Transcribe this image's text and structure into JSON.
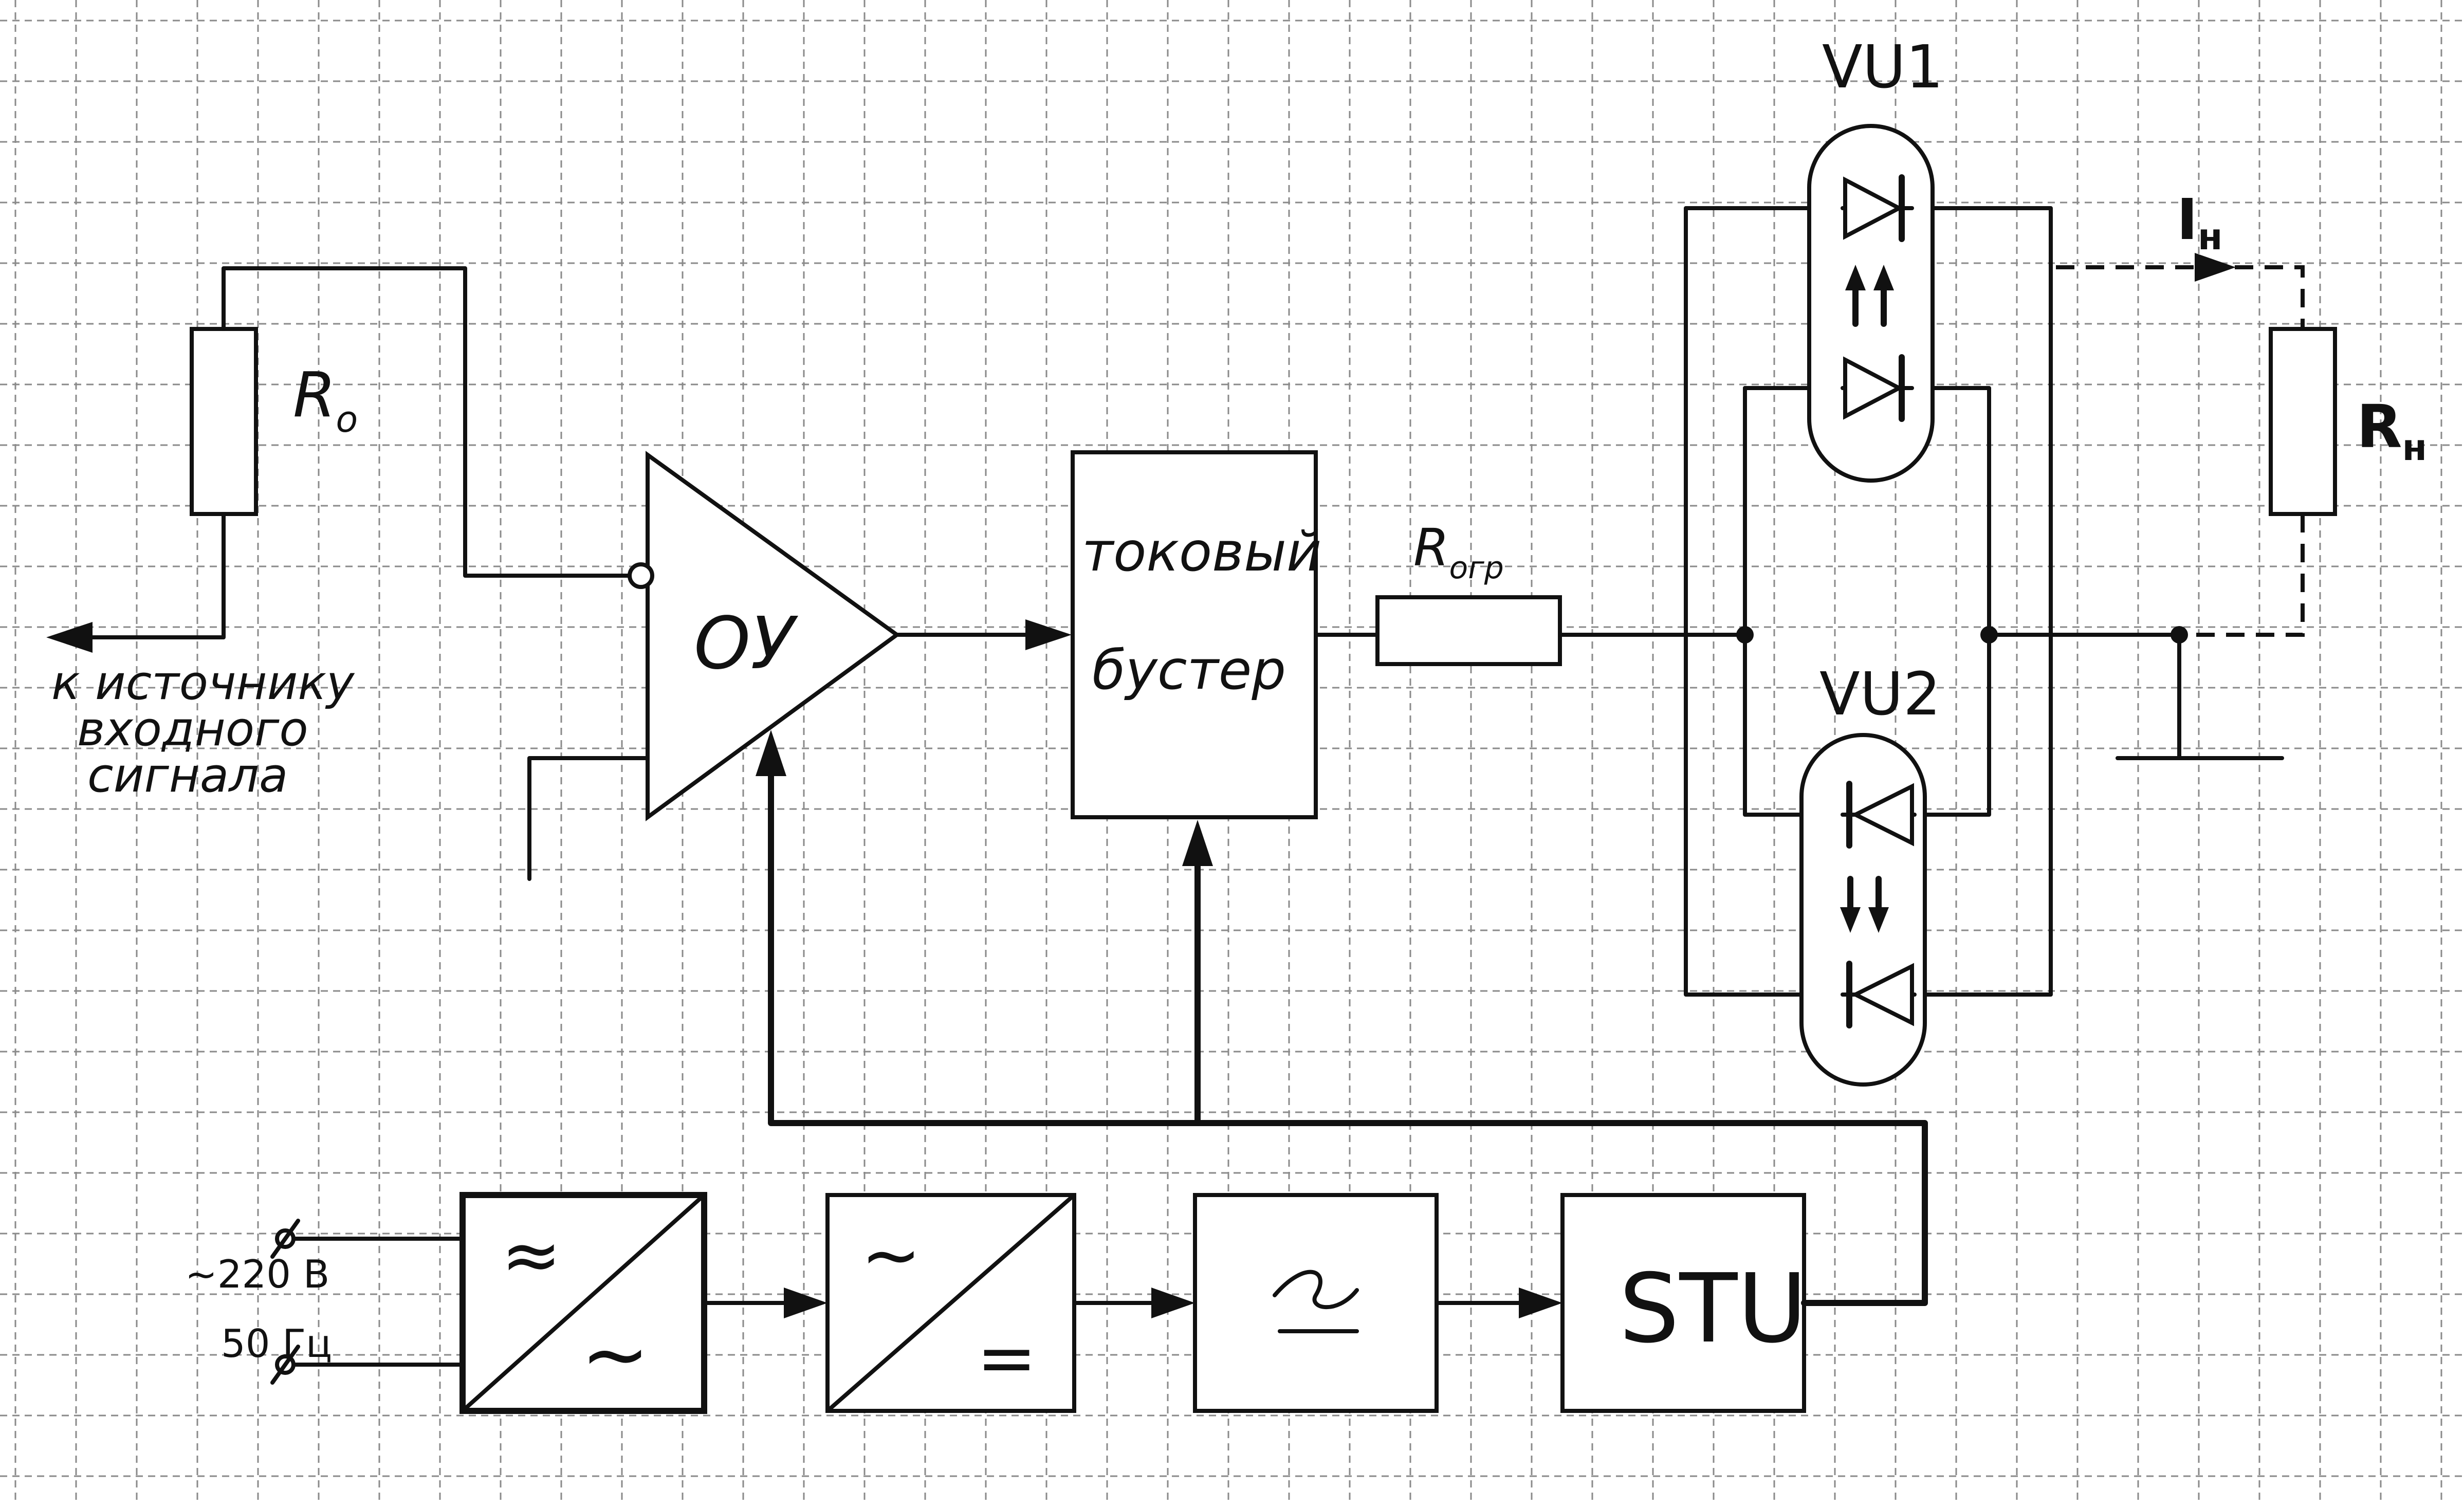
{
  "labels": {
    "r0": "R",
    "r0_sub": "o",
    "source_line1": "к источнику",
    "source_line2": "входного",
    "source_line3": "сигнала",
    "opamp": "ОУ",
    "booster_line1": "токовый",
    "booster_line2": "бустер",
    "r_limit": "R",
    "r_limit_sub": "огр",
    "vu1": "VU1",
    "vu2": "VU2",
    "load_current": "I",
    "load_current_sub": "н",
    "r_load": "R",
    "r_load_sub": "н",
    "mains_voltage": "~220 В",
    "mains_freq": "50 Гц",
    "transformer_top": "≈",
    "transformer_bottom": "~",
    "rectifier_top": "~",
    "rectifier_bottom": "=",
    "filter_symbol": "⌇",
    "stabilizer": "STU"
  },
  "colors": {
    "ink": "#111111",
    "grid": "#8a8a8a",
    "paper": "#ffffff"
  }
}
